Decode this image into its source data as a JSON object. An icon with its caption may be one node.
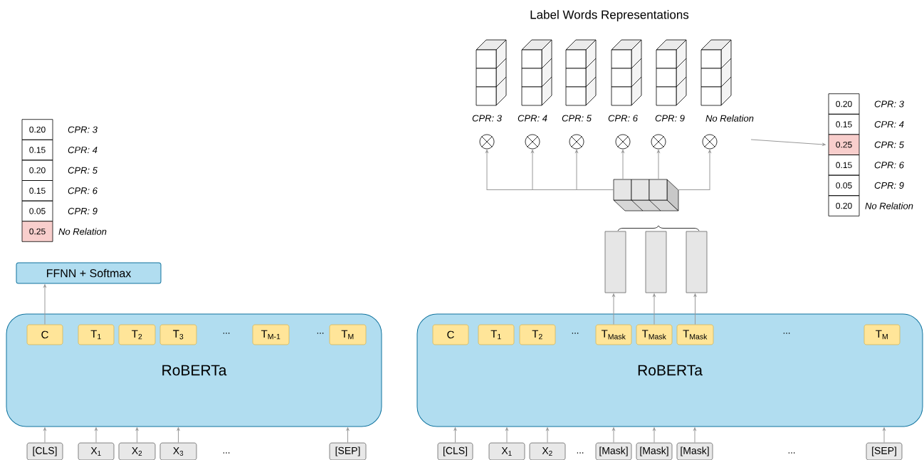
{
  "diagram": {
    "title": "Label Words Representations",
    "nodes": [
      {
        "text": [
          "0.20"
        ],
        "beside": [
          "CPR: 3"
        ]
      },
      {
        "text": [
          "0.15"
        ],
        "beside": [
          "CPR: 4"
        ]
      },
      {
        "text": [
          "0.20"
        ],
        "beside": [
          "CPR: 5"
        ]
      },
      {
        "text": [
          "0.15"
        ],
        "beside": [
          "CPR: 6"
        ]
      },
      {
        "text": [
          "0.05"
        ],
        "beside": [
          "CPR: 9"
        ]
      },
      {
        "text": [
          "0.25"
        ],
        "beside": [
          "No Relation"
        ]
      },
      {
        "text": [
          "FFNN + Softmax"
        ]
      },
      {
        "text": [
          "RoBERTa"
        ]
      },
      {
        "text": [
          "C"
        ],
        "in": 7
      },
      {
        "text": [
          "T$_{1}$"
        ],
        "in": 7
      },
      {
        "text": [
          "T$_{2}$"
        ],
        "in": 7
      },
      {
        "text": [
          "T$_{3}$"
        ],
        "in": 7
      },
      {
        "text": [
          "T$_{M-1}$"
        ],
        "in": 7
      },
      {
        "text": [
          "T$_{M}$"
        ],
        "in": 7
      },
      {
        "text": [
          "[CLS]"
        ]
      },
      {
        "text": [
          "X$_{1}$"
        ]
      },
      {
        "text": [
          "X$_{2}$"
        ]
      },
      {
        "text": [
          "X$_{3}$"
        ]
      },
      {
        "text": [
          "[SEP]"
        ]
      },
      {
        "text": [],
        "shape": "picture",
        "beside": [
          "CPR: 3"
        ]
      },
      {
        "text": [],
        "shape": "picture",
        "beside": [
          "CPR: 4"
        ]
      },
      {
        "text": [],
        "shape": "picture",
        "beside": [
          "CPR: 5"
        ]
      },
      {
        "text": [],
        "shape": "picture",
        "beside": [
          "CPR: 6"
        ]
      },
      {
        "text": [],
        "shape": "picture",
        "beside": [
          "CPR: 9"
        ]
      },
      {
        "text": [],
        "shape": "picture",
        "beside": [
          "No Relation"
        ]
      },
      {
        "text": [],
        "shape": "circle"
      },
      {
        "text": [],
        "shape": "circle"
      },
      {
        "text": [],
        "shape": "circle"
      },
      {
        "text": [],
        "shape": "circle"
      },
      {
        "text": [],
        "shape": "circle"
      },
      {
        "text": [],
        "shape": "circle"
      },
      {
        "text": [],
        "shape": "picture"
      },
      {
        "text": [],
        "shape": "bar"
      },
      {
        "text": [],
        "shape": "bar"
      },
      {
        "text": [],
        "shape": "bar"
      },
      {
        "text": [
          "RoBERTa"
        ]
      },
      {
        "text": [
          "C"
        ],
        "in": 35
      },
      {
        "text": [
          "T$_{1}$"
        ],
        "in": 35
      },
      {
        "text": [
          "T$_{2}$"
        ],
        "in": 35
      },
      {
        "text": [
          "T$_{Mask}$"
        ],
        "in": 35
      },
      {
        "text": [
          "T$_{Mask}$"
        ],
        "in": 35
      },
      {
        "text": [
          "T$_{Mask}$"
        ],
        "in": 35
      },
      {
        "text": [
          "T$_{M}$"
        ],
        "in": 35
      },
      {
        "text": [
          "[CLS]"
        ]
      },
      {
        "text": [
          "X$_{1}$"
        ]
      },
      {
        "text": [
          "X$_{2}$"
        ]
      },
      {
        "text": [
          "[Mask]"
        ]
      },
      {
        "text": [
          "[Mask]"
        ]
      },
      {
        "text": [
          "[Mask]"
        ]
      },
      {
        "text": [
          "[SEP]"
        ]
      },
      {
        "text": [
          "0.20"
        ],
        "beside": [
          "CPR: 3"
        ]
      },
      {
        "text": [
          "0.15"
        ],
        "beside": [
          "CPR: 4"
        ]
      },
      {
        "text": [
          "0.25"
        ],
        "beside": [
          "CPR: 5"
        ]
      },
      {
        "text": [
          "0.15"
        ],
        "beside": [
          "CPR: 6"
        ]
      },
      {
        "text": [
          "0.05"
        ],
        "beside": [
          "CPR: 9"
        ]
      },
      {
        "text": [
          "0.20"
        ],
        "beside": [
          "No Relation"
        ]
      }
    ],
    "edges": [
      {
        "from": 14,
        "to": 7,
        "arrow": "to"
      },
      {
        "from": 15,
        "to": 7,
        "arrow": "to"
      },
      {
        "from": 16,
        "to": 7,
        "arrow": "to"
      },
      {
        "from": 17,
        "to": 7,
        "arrow": "to"
      },
      {
        "from": 18,
        "to": 7,
        "arrow": "to"
      },
      {
        "from": 8,
        "to": 6,
        "arrow": "to"
      },
      {
        "from": 43,
        "to": 35,
        "arrow": "to"
      },
      {
        "from": 44,
        "to": 35,
        "arrow": "to"
      },
      {
        "from": 45,
        "to": 35,
        "arrow": "to"
      },
      {
        "from": 46,
        "to": 35,
        "arrow": "to"
      },
      {
        "from": 47,
        "to": 35,
        "arrow": "to"
      },
      {
        "from": 48,
        "to": 35,
        "arrow": "to"
      },
      {
        "from": 49,
        "to": 35,
        "arrow": "to"
      },
      {
        "from": 39,
        "to": 32,
        "arrow": "to"
      },
      {
        "from": 40,
        "to": 33,
        "arrow": "to"
      },
      {
        "from": 41,
        "to": 34,
        "arrow": "to"
      },
      {
        "from": 31,
        "to": 25,
        "arrow": "to"
      },
      {
        "from": 31,
        "to": 26,
        "arrow": "to"
      },
      {
        "from": 31,
        "to": 27,
        "arrow": "to"
      },
      {
        "from": 31,
        "to": 28,
        "arrow": "to"
      },
      {
        "from": 31,
        "to": 29,
        "arrow": "to"
      },
      {
        "from": 31,
        "to": 30,
        "arrow": "to"
      },
      {
        "from": null,
        "to": 52,
        "arrow": "to"
      }
    ],
    "labels": [
      "...",
      "...",
      "...",
      "...",
      "...",
      "...",
      "..."
    ]
  }
}
